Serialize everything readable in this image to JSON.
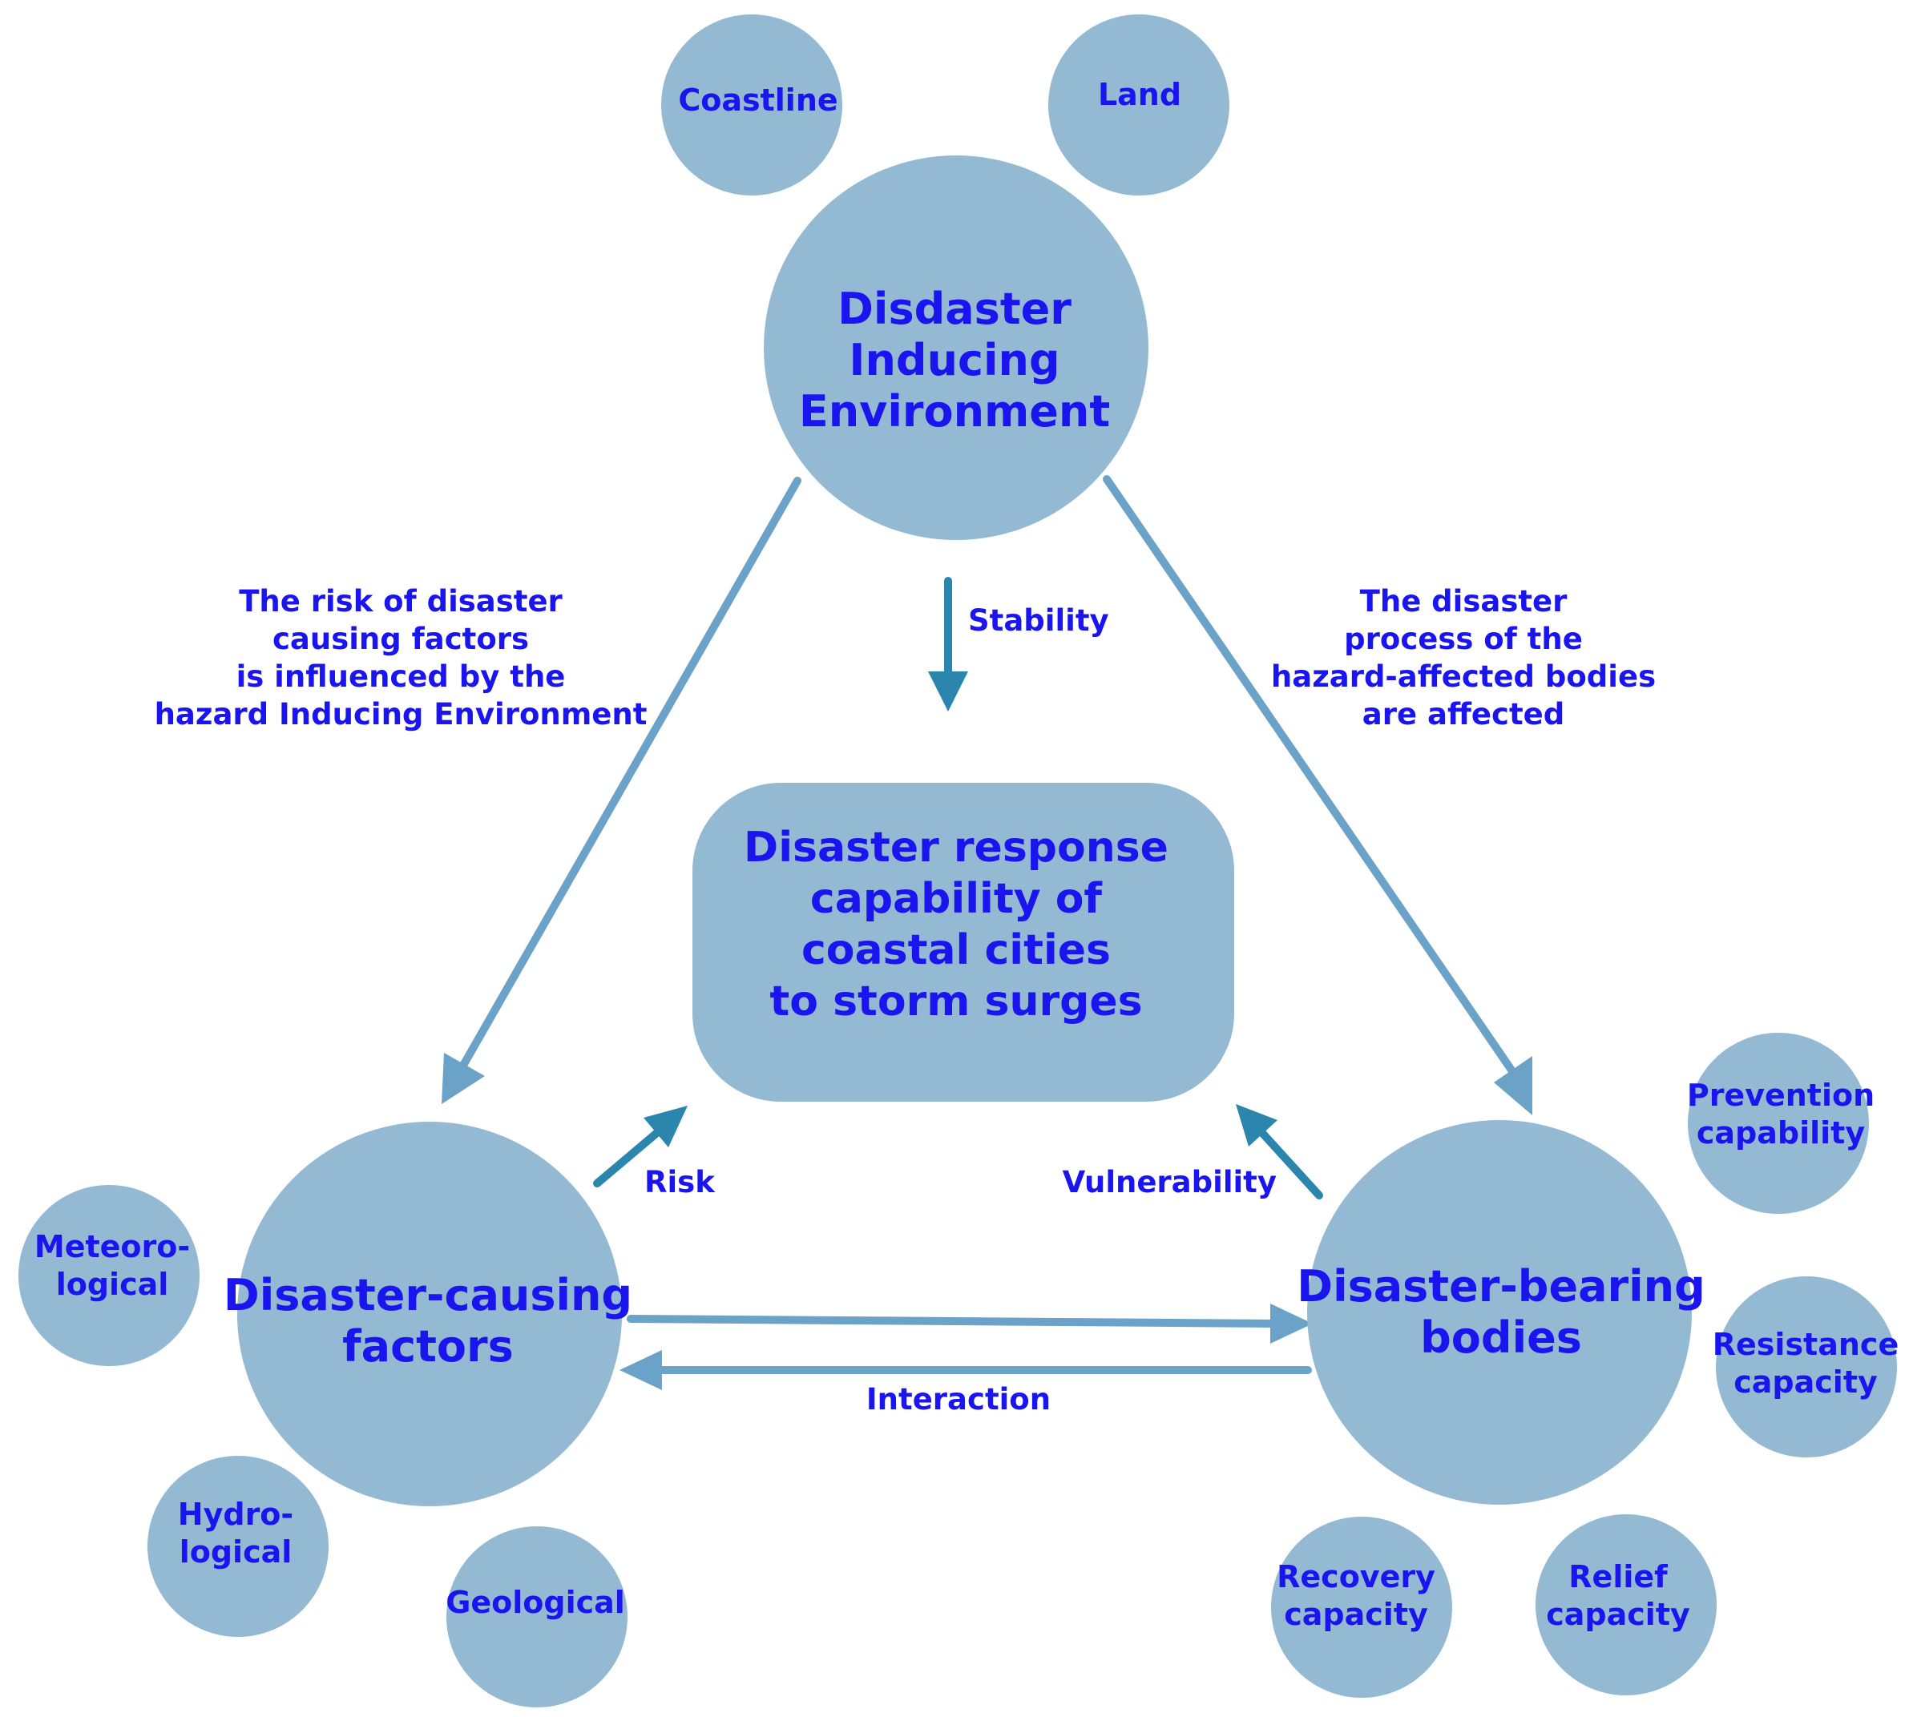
{
  "colors": {
    "node_fill": "#94b9d3",
    "text": "#1a14ee",
    "arrow_light": "#6ba2c7",
    "arrow_dark": "#2a86ad",
    "background": "#ffffff"
  },
  "nodes": {
    "environment": [
      "Disdaster",
      "Inducing",
      "Environment"
    ],
    "causing": [
      "Disaster-causing",
      "factors"
    ],
    "bearing": [
      "Disaster-bearing",
      "bodies"
    ],
    "center": [
      "Disaster response",
      "capability of",
      "coastal cities",
      "to storm surges"
    ]
  },
  "satellites": {
    "coastline": [
      "Coastline"
    ],
    "land": [
      "Land"
    ],
    "meteorological": [
      "Meteoro-",
      "logical"
    ],
    "hydrological": [
      "Hydro-",
      "logical"
    ],
    "geological": [
      "Geological"
    ],
    "prevention": [
      "Prevention",
      "capability"
    ],
    "resistance": [
      "Resistance",
      "capacity"
    ],
    "recovery": [
      "Recovery",
      "capacity"
    ],
    "relief": [
      "Relief",
      "capacity"
    ]
  },
  "relations": {
    "left": [
      "The risk of disaster",
      "causing factors",
      "is influenced by the",
      "hazard Inducing Environment"
    ],
    "right": [
      "The disaster",
      "process of the",
      "hazard-affected bodies",
      "are affected"
    ],
    "stability": "Stability",
    "risk": "Risk",
    "vulnerability": "Vulnerability",
    "interaction": "Interaction"
  }
}
